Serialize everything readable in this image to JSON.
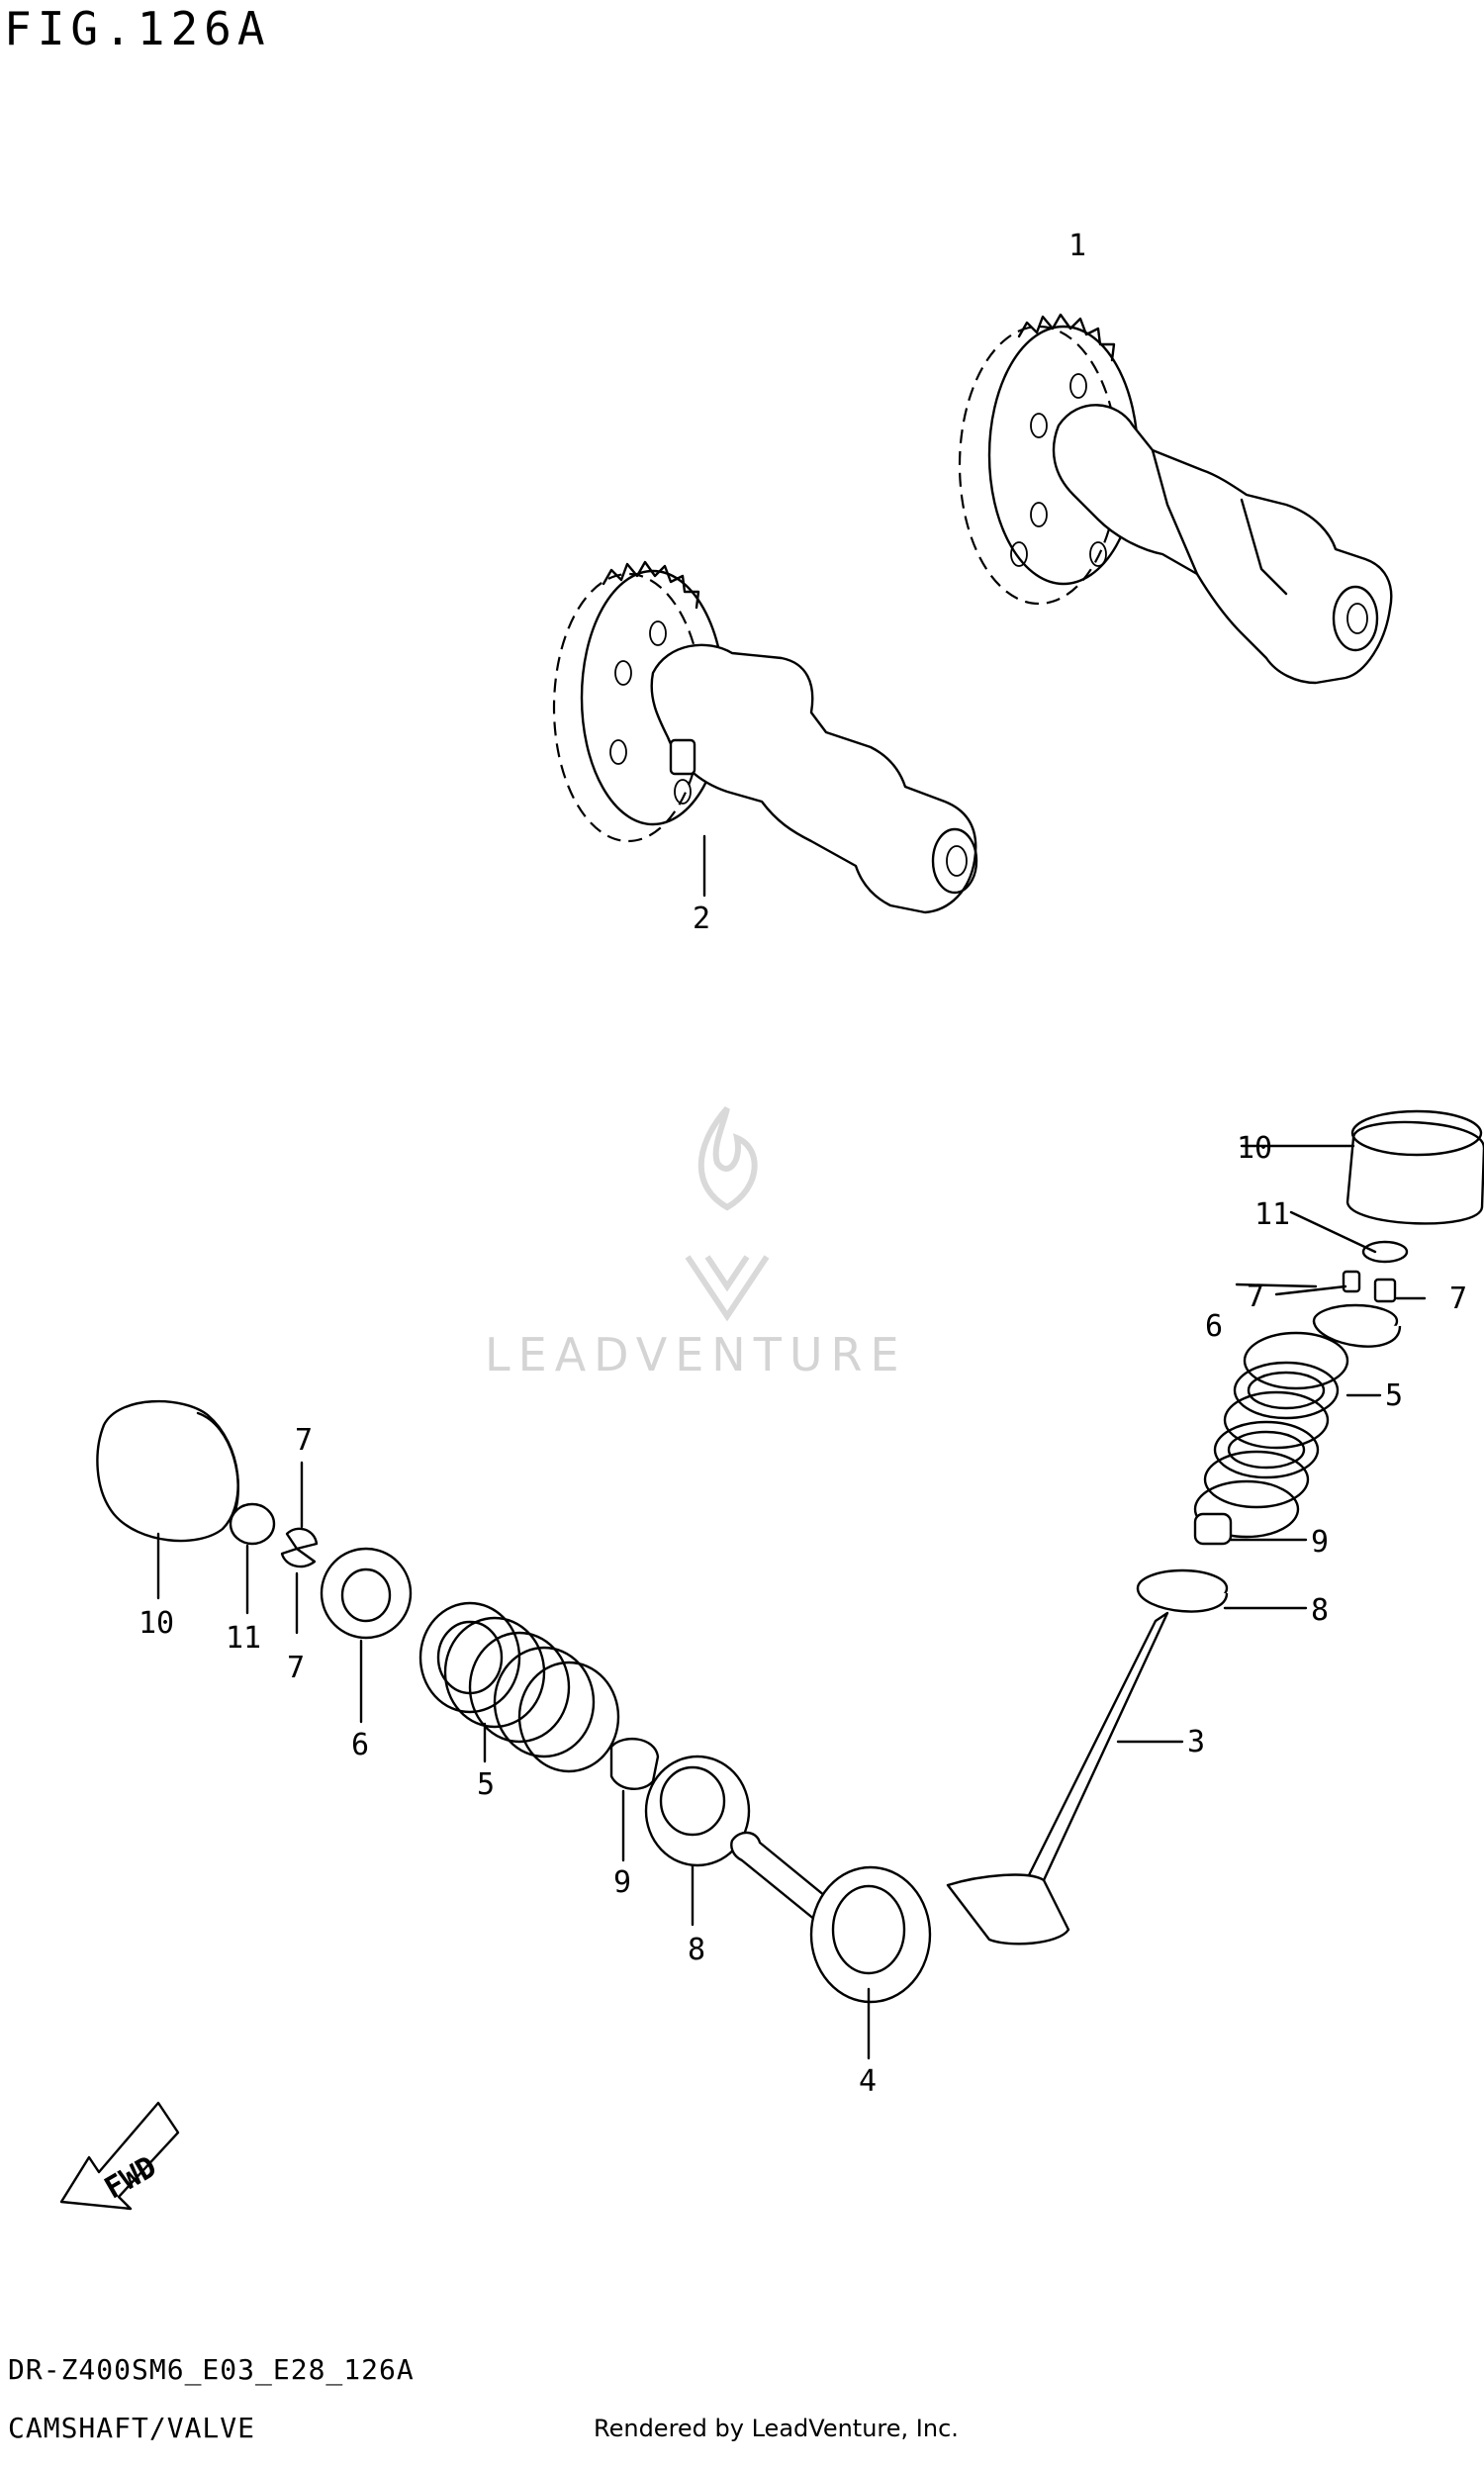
{
  "header": {
    "figure_title": "FIG.126A"
  },
  "footer": {
    "model_code": "DR-Z400SM6_E03_E28_126A",
    "section_name": "CAMSHAFT/VALVE",
    "render_credit": "Rendered by LeadVenture, Inc."
  },
  "watermark": {
    "brand": "LEADVENTURE"
  },
  "fwd_badge": {
    "label": "FWD"
  },
  "callouts": [
    {
      "id": "c1",
      "label": "1"
    },
    {
      "id": "c2",
      "label": "2"
    },
    {
      "id": "c10r",
      "label": "10"
    },
    {
      "id": "c11r",
      "label": "11"
    },
    {
      "id": "c7ra",
      "label": "7"
    },
    {
      "id": "c7rb",
      "label": "7"
    },
    {
      "id": "c6r",
      "label": "6"
    },
    {
      "id": "c5r",
      "label": "5"
    },
    {
      "id": "c9r",
      "label": "9"
    },
    {
      "id": "c8r",
      "label": "8"
    },
    {
      "id": "c3",
      "label": "3"
    },
    {
      "id": "c7la",
      "label": "7"
    },
    {
      "id": "c7lb",
      "label": "7"
    },
    {
      "id": "c10l",
      "label": "10"
    },
    {
      "id": "c11l",
      "label": "11"
    },
    {
      "id": "c6l",
      "label": "6"
    },
    {
      "id": "c5l",
      "label": "5"
    },
    {
      "id": "c9l",
      "label": "9"
    },
    {
      "id": "c8l",
      "label": "8"
    },
    {
      "id": "c4",
      "label": "4"
    }
  ]
}
